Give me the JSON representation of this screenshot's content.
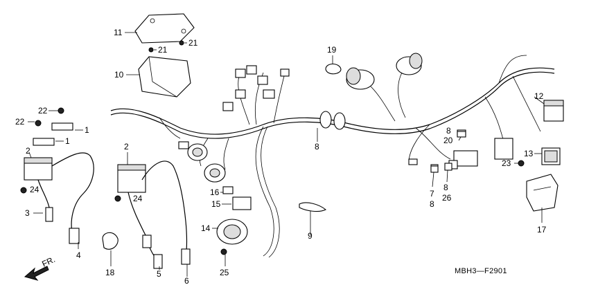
{
  "diagram": {
    "drawing_code": "MBH3—F2901",
    "front_marker": "FR.",
    "callouts": {
      "c1a": "1",
      "c1b": "1",
      "c2a": "2",
      "c2b": "2",
      "c3": "3",
      "c4": "4",
      "c5": "5",
      "c6": "6",
      "c7": "7",
      "c8a": "8",
      "c8b": "8",
      "c8c": "8",
      "c8d": "8",
      "c9": "9",
      "c10": "10",
      "c11": "11",
      "c12": "12",
      "c13": "13",
      "c14": "14",
      "c15": "15",
      "c16": "16",
      "c17": "17",
      "c18": "18",
      "c19": "19",
      "c20": "20",
      "c21a": "21",
      "c21b": "21",
      "c22a": "22",
      "c22b": "22",
      "c23": "23",
      "c24a": "24",
      "c24b": "24",
      "c25": "25",
      "c26": "26"
    }
  }
}
